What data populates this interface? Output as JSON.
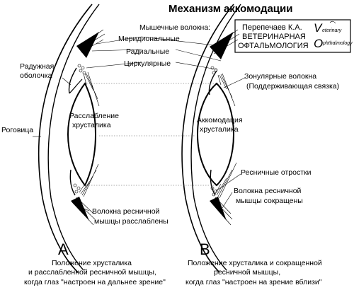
{
  "title": "Механизм аккомодации",
  "logo": {
    "author": "Перепечаев К.А.",
    "line1": "ВЕТЕРИНАРНАЯ",
    "line2": "ОФТАЛЬМОЛОГИЯ",
    "mark_v": "V",
    "mark_o": "O",
    "mark_word1": "eterinary",
    "mark_word2": "phthalmology"
  },
  "labels": {
    "muscle_fibers": "Мышечные волокна:",
    "meridional": "Меридиональные",
    "radial": "Радиальные",
    "circular": "Циркулярные",
    "iris_1": "Радужная",
    "iris_2": "оболочка",
    "cornea": "Роговица",
    "relax_1": "Расслабление",
    "relax_2": "хрусталика",
    "accom_1": "Аккомодация",
    "accom_2": "хрусталика",
    "zonular_1": "Зонулярные волокна",
    "zonular_2": "(Поддерживающая связка)",
    "ciliary_proc": "Ресничные отростки",
    "fibers_relaxed_1": "Волокна ресничной",
    "fibers_relaxed_2": "мышцы расслаблены",
    "fibers_contr_1": "Волокна ресничной",
    "fibers_contr_2": "мышцы сокращены"
  },
  "panel_a": {
    "letter": "A",
    "cap1": "Положение хрусталика",
    "cap2": "и расслабленной ресничной мышцы,",
    "cap3": "когда глаз \"настроен на дальнее зрение\""
  },
  "panel_b": {
    "letter": "B",
    "cap1": "Положение хрусталика и сокращенной",
    "cap2": "ресничной мышцы,",
    "cap3": "когда глаз \"настроен на зрение вблизи\""
  }
}
